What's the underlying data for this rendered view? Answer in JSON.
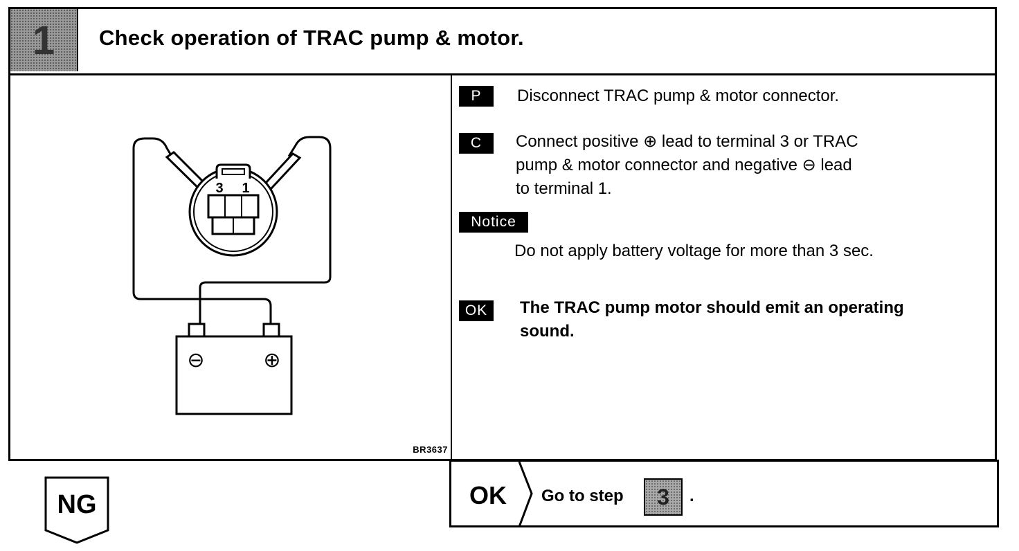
{
  "header": {
    "step_number": "1",
    "title": "Check operation of TRAC pump & motor."
  },
  "figure": {
    "terminal_left": "3",
    "terminal_right": "1",
    "battery_negative": "⊖",
    "battery_positive": "⊕",
    "code": "BR3637"
  },
  "instructions": {
    "p_tag": "P",
    "p_text": "Disconnect TRAC pump & motor connector.",
    "c_tag": "C",
    "c_line1": "Connect positive ⊕ lead to terminal 3 or TRAC",
    "c_line2": "pump & motor connector and negative ⊖ lead",
    "c_line3": "to terminal 1.",
    "notice_tag": "Notice",
    "notice_text": "Do not apply battery voltage for more than 3 sec.",
    "ok_tag": "OK",
    "ok_line1": "The TRAC pump motor should emit an operating",
    "ok_line2": "sound."
  },
  "result": {
    "ng_label": "NG",
    "ok_label": "OK",
    "go_text": "Go to step",
    "go_step": "3",
    "period": "."
  }
}
